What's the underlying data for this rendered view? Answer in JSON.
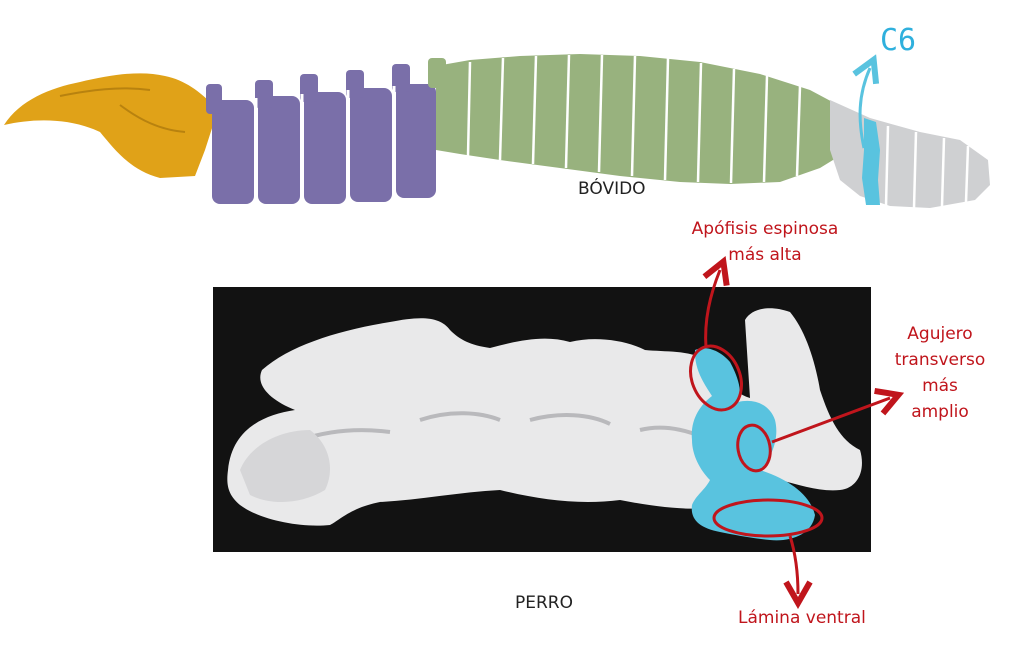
{
  "colors": {
    "sacrum": "#e0a218",
    "lumbar": "#7a6fa9",
    "thoracic": "#98b27e",
    "cervical": "#cfd0d2",
    "highlight": "#59c3df",
    "annotation": "#c0151c",
    "photo_background": "#121212",
    "bone": "#e9e9ea"
  },
  "labels": {
    "c6": "C6",
    "bovido": "BÓVIDO",
    "perro": "PERRO",
    "apofisis_line1": "Apófisis espinosa",
    "apofisis_line2": "más alta",
    "agujero_line1": "Agujero",
    "agujero_line2": "transverso",
    "agujero_line3": "más",
    "agujero_line4": "amplio",
    "lamina": "Lámina ventral"
  }
}
